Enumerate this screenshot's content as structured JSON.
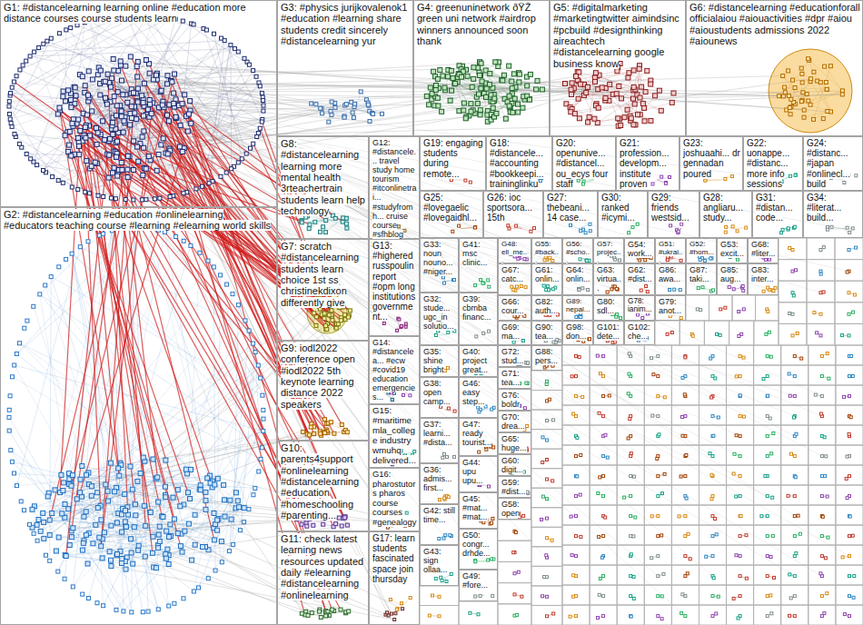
{
  "diagram": {
    "nodes": [
      {
        "text": [
          "G1: #distancelearning learning online #education more distance courses course students learn"
        ]
      },
      {
        "text": [
          "G2: #distancelearning #education #onlinelearning #educators teaching course #learning #elearning world skills"
        ]
      },
      {
        "text": [
          "G3: #physics jurijkovalenok1 #education #learning share students credit sincerely #distancelearning yur"
        ]
      },
      {
        "text": [
          "G4: greenuninetwork ðŸŽ green uni network #airdrop winners announced soon thank"
        ]
      },
      {
        "text": [
          "G5: #digitalmarketing #marketingtwitter aimindsinc #pcbuild #designthinking aireachtech #distancelearning google business know"
        ]
      },
      {
        "text": [
          "G6: #distancelearning #educationforall officialaiou #aiouactivities #dpr #aiou #aioustudents admissions 2022 #aiounews"
        ]
      },
      {
        "text": [
          "G8: #distancelearning learning more mental health 3rteachertrain students learn help technology"
        ]
      },
      {
        "text": [
          "G12: #distancele... travel study home tourism #itconlinetrai... #studyfromh... cruise course #sfhblog"
        ]
      },
      {
        "text": [
          "G19: engaging students during remote..."
        ]
      },
      {
        "text": [
          "G18: #distancele... #accounting #bookkeepi... traininglinku"
        ]
      },
      {
        "text": [
          "G20: openunive... #distancel... ou_ecys four staff"
        ]
      },
      {
        "text": [
          "G21: profession... developm... institute proven"
        ]
      },
      {
        "text": [
          "G23: joshuaahi... dr gennadan poured"
        ]
      },
      {
        "text": [
          "G22: uonappe... #distanc... more info sessions"
        ]
      },
      {
        "text": [
          "G24: #distanc... #japan #onlinecl... build"
        ]
      },
      {
        "text": [
          "G25: #lovegaelic #lovegaidhl..."
        ]
      },
      {
        "text": [
          "G26: ioc sportsora... 15th"
        ]
      },
      {
        "text": [
          "G27: thebeani... 14 case..."
        ]
      },
      {
        "text": [
          "G30: ranked #icymi..."
        ]
      },
      {
        "text": [
          "G29: friends westsid..."
        ]
      },
      {
        "text": [
          "G28: angliaru... study..."
        ]
      },
      {
        "text": [
          "G31: #distan... code..."
        ]
      },
      {
        "text": [
          "G34: #literat... build..."
        ]
      },
      {
        "text": [
          "G7: scratch #distancelearning students learn choice 1st ss christinekdixon differently give"
        ]
      },
      {
        "text": [
          "G13: #highered russpoulin report #opm long institutions government..."
        ]
      },
      {
        "text": [
          "G33: noun nouno... #niger..."
        ]
      },
      {
        "text": [
          "G41: msc clinic..."
        ]
      },
      {
        "text": [
          "G48: ell_me..."
        ]
      },
      {
        "text": [
          "G55: #back..."
        ]
      },
      {
        "text": [
          "G56: #scho..."
        ]
      },
      {
        "text": [
          "G57: projec..."
        ]
      },
      {
        "text": [
          "G54: work..."
        ]
      },
      {
        "text": [
          "G51: #ukrai..."
        ]
      },
      {
        "text": [
          "G52: #hom..."
        ]
      },
      {
        "text": [
          "G53: excit..."
        ]
      },
      {
        "text": [
          "G68: #liter..."
        ]
      },
      {
        "text": [
          "G67: catc..."
        ]
      },
      {
        "text": [
          "G61: onlin..."
        ]
      },
      {
        "text": [
          "G64: onlin..."
        ]
      },
      {
        "text": [
          "G63: virtua..."
        ]
      },
      {
        "text": [
          "G62: #dist..."
        ]
      },
      {
        "text": [
          "G86: awa..."
        ]
      },
      {
        "text": [
          "G87: taki..."
        ]
      },
      {
        "text": [
          "G85: aug..."
        ]
      },
      {
        "text": [
          "G83: inter..."
        ]
      },
      {
        "text": [
          "G32: stude... ugc_in solutio..."
        ]
      },
      {
        "text": [
          "G39: cbmba financ..."
        ]
      },
      {
        "text": [
          "G66: cour..."
        ]
      },
      {
        "text": [
          "G82: auth..."
        ]
      },
      {
        "text": [
          "G89: nepal..."
        ]
      },
      {
        "text": [
          "G80: sdl..."
        ]
      },
      {
        "text": [
          "G78: ianim..."
        ]
      },
      {
        "text": [
          "G79: anot..."
        ]
      },
      {
        "text": [
          "G69: ma..."
        ]
      },
      {
        "text": [
          "G90: tea..."
        ]
      },
      {
        "text": [
          "G98: don..."
        ]
      },
      {
        "text": [
          "G101: dete..."
        ]
      },
      {
        "text": [
          "G102: che..."
        ]
      },
      {
        "text": [
          "G9: iodl2022 conference open #iodl2022 5th keynote learning distance 2022 speakers"
        ]
      },
      {
        "text": [
          "G14: #distancelea... #ecw #covid19 education emergencies..."
        ]
      },
      {
        "text": [
          "G35: shine bright"
        ]
      },
      {
        "text": [
          "G40: project great..."
        ]
      },
      {
        "text": [
          "G72: stud..."
        ]
      },
      {
        "text": [
          "G88: pers..."
        ]
      },
      {
        "text": [
          "G38: open camp..."
        ]
      },
      {
        "text": [
          "G46: easy step..."
        ]
      },
      {
        "text": [
          "G71: tea..."
        ]
      },
      {
        "text": [
          "G76: boldr"
        ]
      },
      {
        "text": [
          "G70: drea..."
        ]
      },
      {
        "text": [
          "G15: #maritime mla_college industry wmuhq delivered..."
        ]
      },
      {
        "text": [
          "G37: learni... #dista..."
        ]
      },
      {
        "text": [
          "G47: ready tourist..."
        ]
      },
      {
        "text": [
          "G65: huge..."
        ]
      },
      {
        "text": [
          "G10: parents4support #onlinelearning #distancelearning #education #homeschooling #parenting..."
        ]
      },
      {
        "text": [
          "G60: digit..."
        ]
      },
      {
        "text": [
          "G44: upu upu..."
        ]
      },
      {
        "text": [
          "G36: admis... first..."
        ]
      },
      {
        "text": [
          "G16: pharostutors pharos course courses #genealogy"
        ]
      },
      {
        "text": [
          "G59: #dist..."
        ]
      },
      {
        "text": [
          "G45: #mat... #mat..."
        ]
      },
      {
        "text": [
          "G58: open"
        ]
      },
      {
        "text": [
          "G42: still time..."
        ]
      },
      {
        "text": [
          "G50: congr... drhde..."
        ]
      },
      {
        "text": [
          "G11: check latest learning news resources updated daily #elearning #distancelearning #onlinelearning"
        ]
      },
      {
        "text": [
          "G17: learn students fascinated space join thursday"
        ]
      },
      {
        "text": [
          "G43: sign ollaa..."
        ]
      },
      {
        "text": [
          "G49: #fore..."
        ]
      }
    ]
  }
}
